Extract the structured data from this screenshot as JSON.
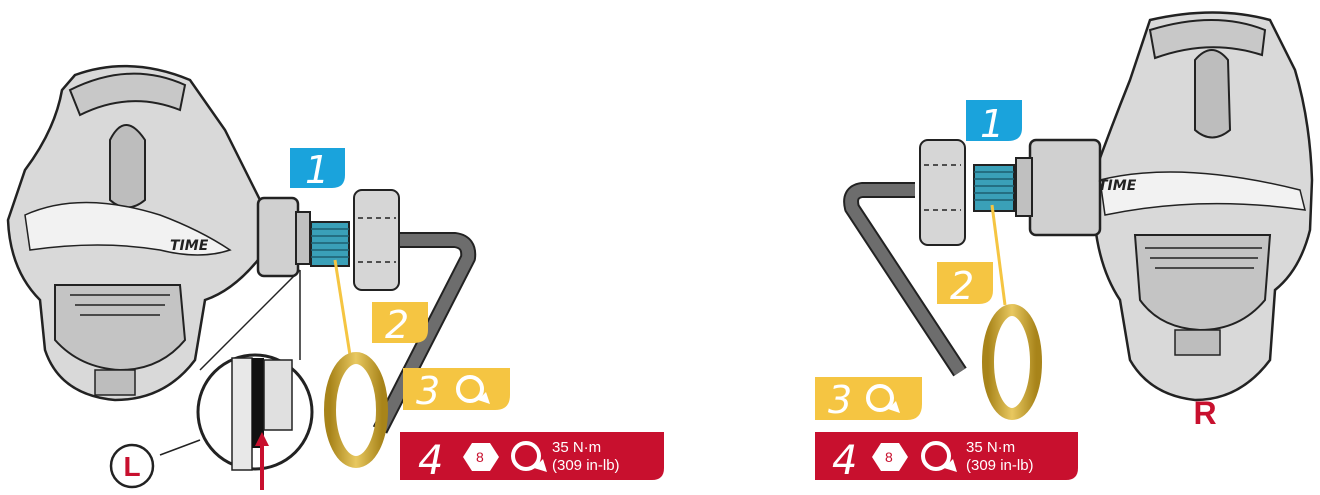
{
  "brand_logo": "TIME",
  "left": {
    "side_label": "L",
    "step1": "1",
    "step2": "2",
    "step3": "3",
    "step4": "4",
    "hex_size": "8",
    "torque_nm": "35 N·m",
    "torque_inlb": "(309 in-lb)"
  },
  "right": {
    "side_label": "R",
    "step1": "1",
    "step2": "2",
    "step3": "3",
    "step4": "4",
    "hex_size": "8",
    "torque_nm": "35 N·m",
    "torque_inlb": "(309 in-lb)"
  },
  "colors": {
    "step1_blue": "#1aa3dc",
    "step_yellow": "#f5c542",
    "torque_red": "#c8102e",
    "washer_gold": "#c9a227",
    "thread_teal": "#3aa0b8",
    "pedal_gray": "#d6d6d6",
    "outline": "#222222",
    "wrench_gray": "#6d6d6d"
  }
}
